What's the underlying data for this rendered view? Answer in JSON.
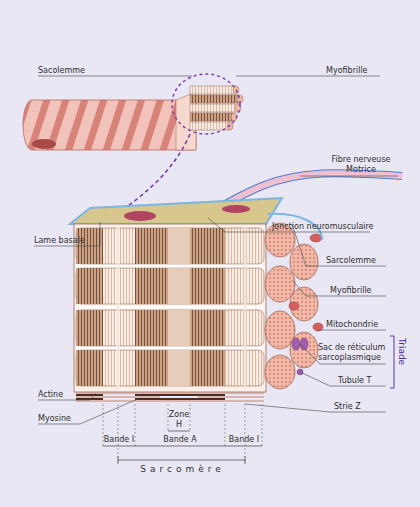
{
  "diagram": {
    "labels": [
      "Sacolemme",
      "Myofibrille",
      "Fibre nerveuse Motrice",
      "Lame basale",
      "Jonction neuromusculaire",
      "Sarcolemme",
      "Myofibrille",
      "Mitochondrie",
      "Sac de réticulum sarcoplasmique",
      "Triade",
      "Tubule T",
      "Actine",
      "Myosine",
      "Zone H",
      "Strie Z",
      "Bande I",
      "Bande A",
      "Bande I",
      "Sarcomère"
    ]
  }
}
